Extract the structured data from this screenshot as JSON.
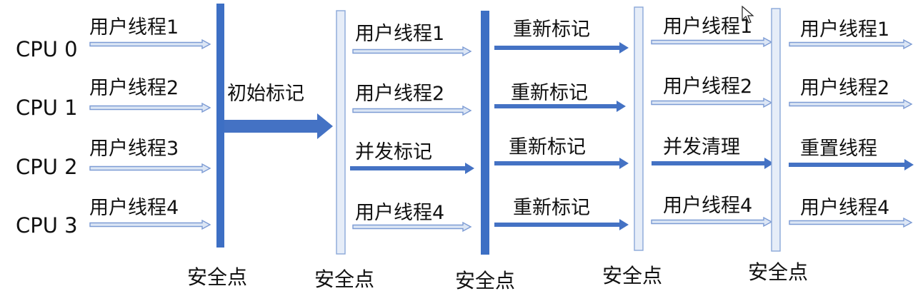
{
  "cpus": [
    "CPU 0",
    "CPU 1",
    "CPU 2",
    "CPU 3"
  ],
  "phase1": {
    "tasks": [
      "用户线程1",
      "用户线程2",
      "用户线程3",
      "用户线程4"
    ]
  },
  "phase2": {
    "label": "初始标记"
  },
  "phase3": {
    "tasks": [
      "用户线程1",
      "用户线程2",
      "并发标记",
      "用户线程4"
    ]
  },
  "phase4": {
    "tasks": [
      "重新标记",
      "重新标记",
      "重新标记",
      "重新标记"
    ]
  },
  "phase5": {
    "tasks": [
      "用户线程1",
      "用户线程2",
      "并发清理",
      "用户线程4"
    ]
  },
  "phase6": {
    "tasks": [
      "用户线程1",
      "用户线程2",
      "重置线程",
      "用户线程4"
    ]
  },
  "safepoints": [
    "安全点",
    "安全点",
    "安全点",
    "安全点",
    "安全点"
  ],
  "colors": {
    "solid": "#4472c4",
    "outline": "#7c9bd4",
    "light_fill": "#dce6f5",
    "bar_dark": "#3d6fc4",
    "bar_light": "#e6edf8",
    "bar_stroke": "#8aa8d8"
  }
}
